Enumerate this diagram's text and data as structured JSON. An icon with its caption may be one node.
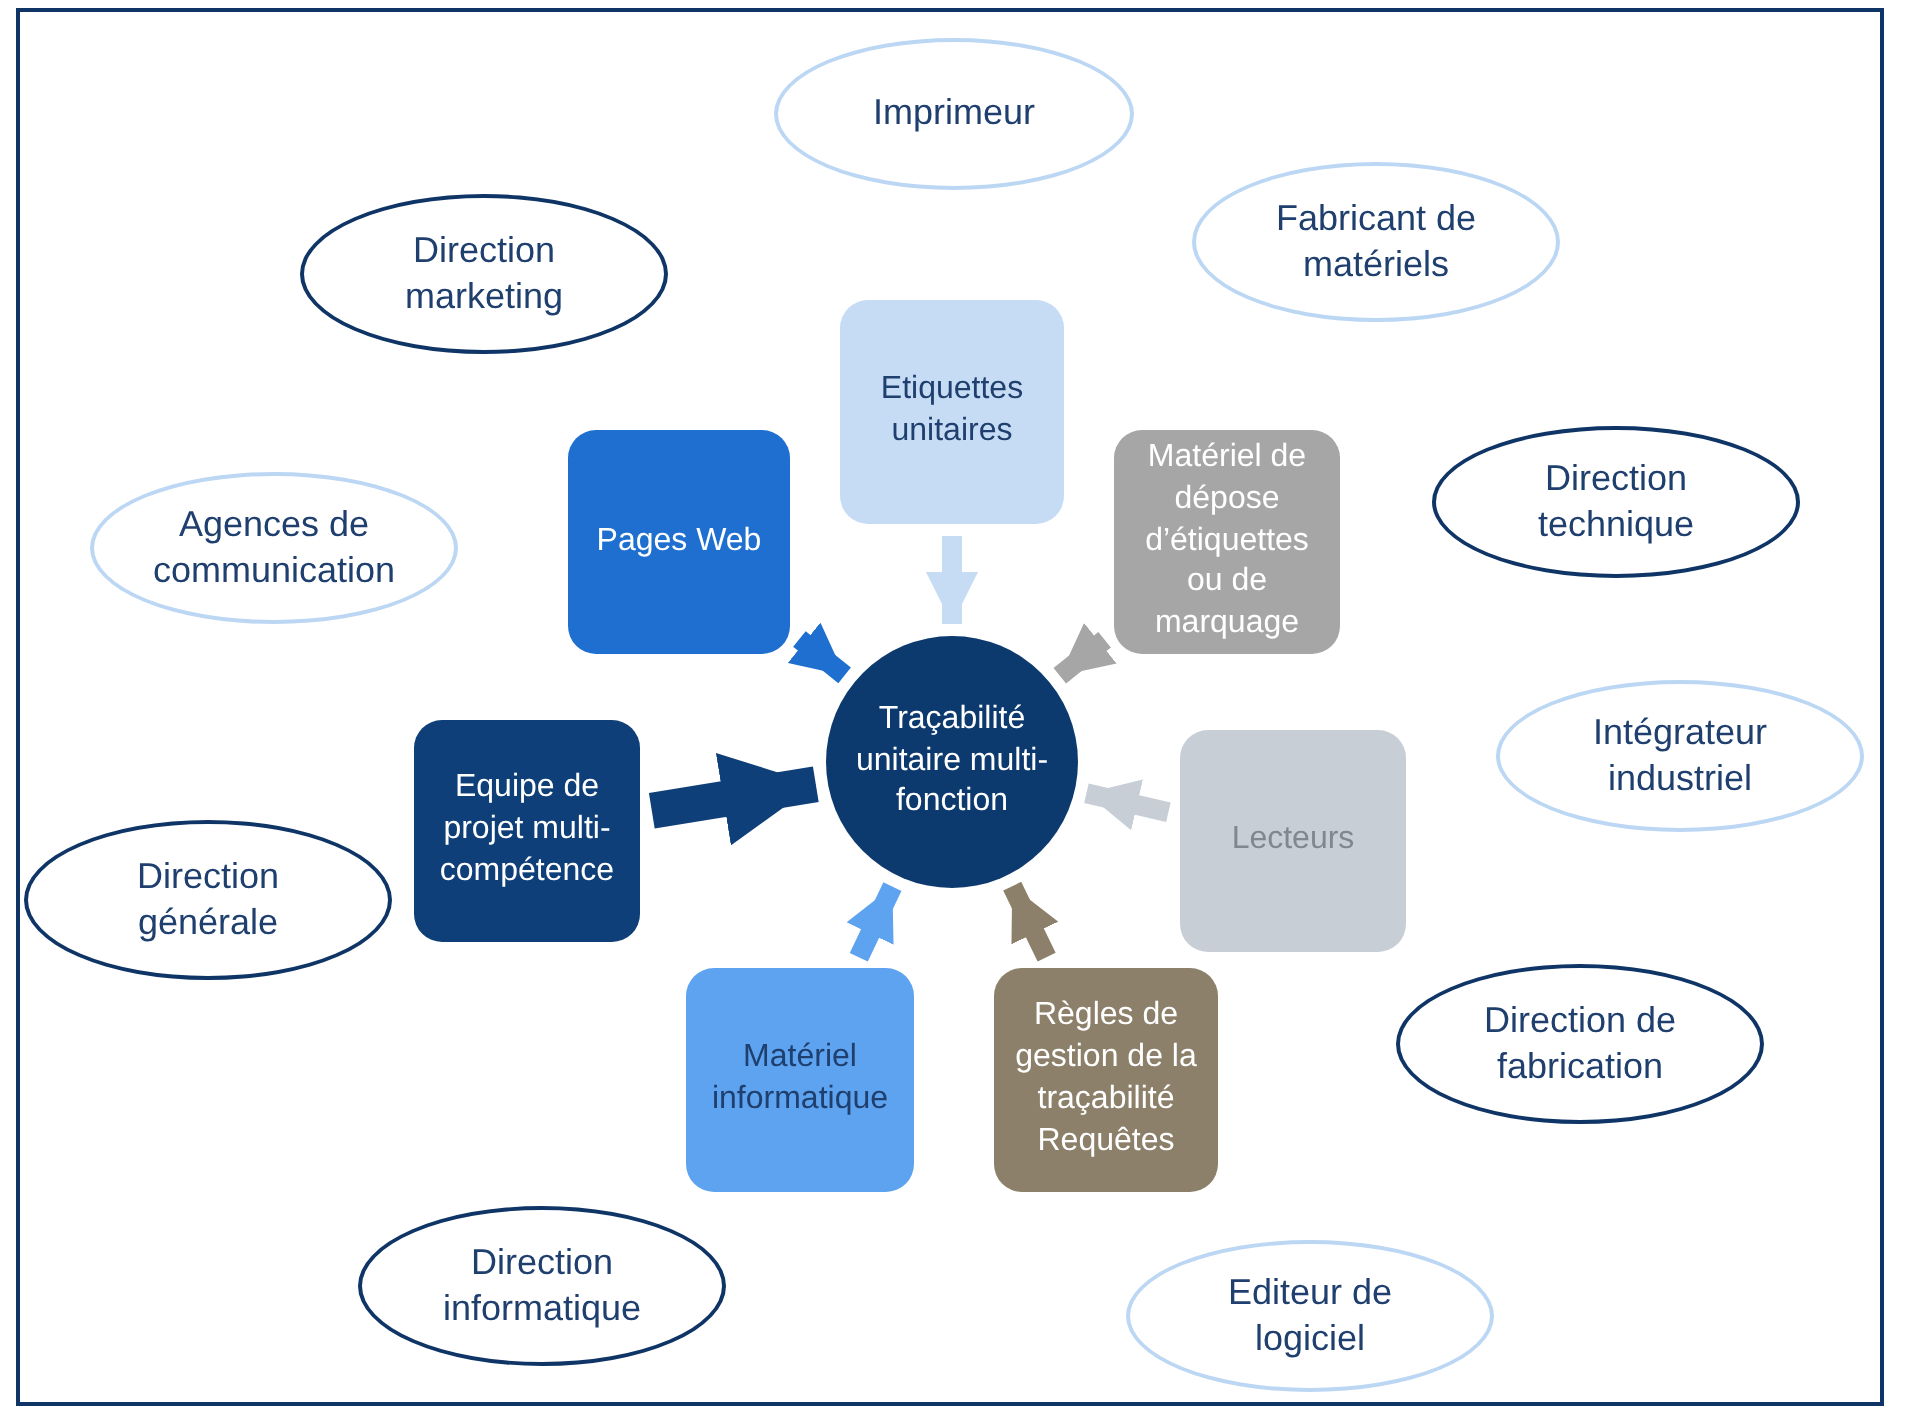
{
  "diagram": {
    "nodes": [
      {
        "text": [
          "Imprimeur"
        ]
      },
      {
        "text": [
          "Direction marketing"
        ]
      },
      {
        "text": [
          "Fabricant de matériels"
        ]
      },
      {
        "text": [
          "Etiquettes unitaires"
        ]
      },
      {
        "text": [
          "Pages Web"
        ]
      },
      {
        "text": [
          "Matériel de dépose d’étiquettes ou de marquage"
        ]
      },
      {
        "text": [
          "Direction technique"
        ]
      },
      {
        "text": [
          "Agences de communication"
        ]
      },
      {
        "text": [
          "Traçabilité unitaire multi-fonction"
        ]
      },
      {
        "text": [
          "Intégrateur industriel"
        ]
      },
      {
        "text": [
          "Equipe de projet multi-compétence"
        ]
      },
      {
        "text": [
          "Direction générale"
        ]
      },
      {
        "text": [
          "Lecteurs"
        ]
      },
      {
        "text": [
          "Matériel informatique"
        ]
      },
      {
        "text": [
          "Règles de gestion de la traçabilité Requêtes"
        ]
      },
      {
        "text": [
          "Direction de fabrication"
        ]
      },
      {
        "text": [
          "Direction informatique"
        ]
      },
      {
        "text": [
          "Editeur de logiciel"
        ]
      }
    ],
    "edges": [
      {
        "from": 3,
        "to": 8,
        "arrow": "to",
        "color": "#c6dcf5"
      },
      {
        "from": 4,
        "to": 8,
        "arrow": "to",
        "color": "#1f6fd0"
      },
      {
        "from": 5,
        "to": 8,
        "arrow": "to",
        "color": "#a6a6a6"
      },
      {
        "from": 10,
        "to": 8,
        "arrow": "to",
        "style": "thick",
        "color": "#0f3f78"
      },
      {
        "from": 12,
        "to": 8,
        "arrow": "to",
        "color": "#c8ced6"
      },
      {
        "from": 13,
        "to": 8,
        "arrow": "to",
        "color": "#5ea3ef"
      },
      {
        "from": 14,
        "to": 8,
        "arrow": "to",
        "color": "#8c806a"
      }
    ]
  }
}
